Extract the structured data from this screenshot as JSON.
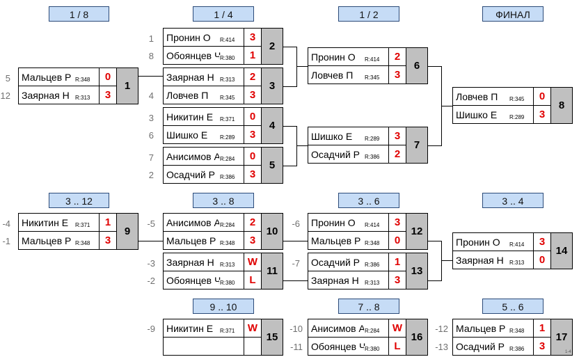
{
  "headers": [
    {
      "id": "h-18",
      "label": "1 / 8"
    },
    {
      "id": "h-14",
      "label": "1 / 4"
    },
    {
      "id": "h-12",
      "label": "1 / 2"
    },
    {
      "id": "h-final",
      "label": "ФИНАЛ"
    },
    {
      "id": "h-3-12",
      "label": "3 .. 12"
    },
    {
      "id": "h-3-8",
      "label": "3 .. 8"
    },
    {
      "id": "h-3-6",
      "label": "3 .. 6"
    },
    {
      "id": "h-3-4",
      "label": "3 .. 4"
    },
    {
      "id": "h-9-10",
      "label": "9 .. 10"
    },
    {
      "id": "h-7-8",
      "label": "7 .. 8"
    },
    {
      "id": "h-5-6",
      "label": "5 .. 6"
    }
  ],
  "matches": [
    {
      "num": "1",
      "players": [
        {
          "name": "Мальцев Р",
          "rating": "R:348",
          "score": "0",
          "seed": "5"
        },
        {
          "name": "Заярная Н",
          "rating": "R:313",
          "score": "3",
          "seed": "12"
        }
      ]
    },
    {
      "num": "2",
      "players": [
        {
          "name": "Пронин О",
          "rating": "R:414",
          "score": "3",
          "seed": "1"
        },
        {
          "name": "Обоянцев Ч",
          "rating": "R:380",
          "score": "1",
          "seed": "8"
        }
      ]
    },
    {
      "num": "3",
      "players": [
        {
          "name": "Заярная Н",
          "rating": "R:313",
          "score": "2",
          "seed": ""
        },
        {
          "name": "Ловчев П",
          "rating": "R:345",
          "score": "3",
          "seed": "4"
        }
      ]
    },
    {
      "num": "4",
      "players": [
        {
          "name": "Никитин Е",
          "rating": "R:371",
          "score": "0",
          "seed": "3"
        },
        {
          "name": "Шишко Е",
          "rating": "R:289",
          "score": "3",
          "seed": "6"
        }
      ]
    },
    {
      "num": "5",
      "players": [
        {
          "name": "Анисимов А",
          "rating": "R:284",
          "score": "0",
          "seed": "7"
        },
        {
          "name": "Осадчий Р",
          "rating": "R:386",
          "score": "3",
          "seed": "2"
        }
      ]
    },
    {
      "num": "6",
      "players": [
        {
          "name": "Пронин О",
          "rating": "R:414",
          "score": "2",
          "seed": ""
        },
        {
          "name": "Ловчев П",
          "rating": "R:345",
          "score": "3",
          "seed": ""
        }
      ]
    },
    {
      "num": "7",
      "players": [
        {
          "name": "Шишко Е",
          "rating": "R:289",
          "score": "3",
          "seed": ""
        },
        {
          "name": "Осадчий Р",
          "rating": "R:386",
          "score": "2",
          "seed": ""
        }
      ]
    },
    {
      "num": "8",
      "players": [
        {
          "name": "Ловчев П",
          "rating": "R:345",
          "score": "0",
          "seed": ""
        },
        {
          "name": "Шишко Е",
          "rating": "R:289",
          "score": "3",
          "seed": ""
        }
      ]
    },
    {
      "num": "9",
      "players": [
        {
          "name": "Никитин Е",
          "rating": "R:371",
          "score": "1",
          "seed": "-4"
        },
        {
          "name": "Мальцев Р",
          "rating": "R:348",
          "score": "3",
          "seed": "-1"
        }
      ]
    },
    {
      "num": "10",
      "players": [
        {
          "name": "Анисимов А",
          "rating": "R:284",
          "score": "2",
          "seed": "-5"
        },
        {
          "name": "Мальцев Р",
          "rating": "R:348",
          "score": "3",
          "seed": ""
        }
      ]
    },
    {
      "num": "11",
      "players": [
        {
          "name": "Заярная Н",
          "rating": "R:313",
          "score": "W",
          "seed": "-3"
        },
        {
          "name": "Обоянцев Ч",
          "rating": "R:380",
          "score": "L",
          "seed": "-2"
        }
      ]
    },
    {
      "num": "12",
      "players": [
        {
          "name": "Пронин О",
          "rating": "R:414",
          "score": "3",
          "seed": "-6"
        },
        {
          "name": "Мальцев Р",
          "rating": "R:348",
          "score": "0",
          "seed": ""
        }
      ]
    },
    {
      "num": "13",
      "players": [
        {
          "name": "Осадчий Р",
          "rating": "R:386",
          "score": "1",
          "seed": "-7"
        },
        {
          "name": "Заярная Н",
          "rating": "R:313",
          "score": "3",
          "seed": ""
        }
      ]
    },
    {
      "num": "14",
      "players": [
        {
          "name": "Пронин О",
          "rating": "R:414",
          "score": "3",
          "seed": ""
        },
        {
          "name": "Заярная Н",
          "rating": "R:313",
          "score": "0",
          "seed": ""
        }
      ]
    },
    {
      "num": "15",
      "players": [
        {
          "name": "Никитин Е",
          "rating": "R:371",
          "score": "W",
          "seed": "-9"
        },
        {
          "name": "",
          "rating": "",
          "score": "",
          "seed": ""
        }
      ]
    },
    {
      "num": "16",
      "players": [
        {
          "name": "Анисимов А",
          "rating": "R:284",
          "score": "W",
          "seed": "-10"
        },
        {
          "name": "Обоянцев Ч",
          "rating": "R:380",
          "score": "L",
          "seed": "-11"
        }
      ]
    },
    {
      "num": "17",
      "players": [
        {
          "name": "Мальцев Р",
          "rating": "R:348",
          "score": "1",
          "seed": "-12"
        },
        {
          "name": "Осадчий Р",
          "rating": "R:386",
          "score": "3",
          "seed": "-13"
        }
      ]
    }
  ],
  "corner_label": "1-4"
}
